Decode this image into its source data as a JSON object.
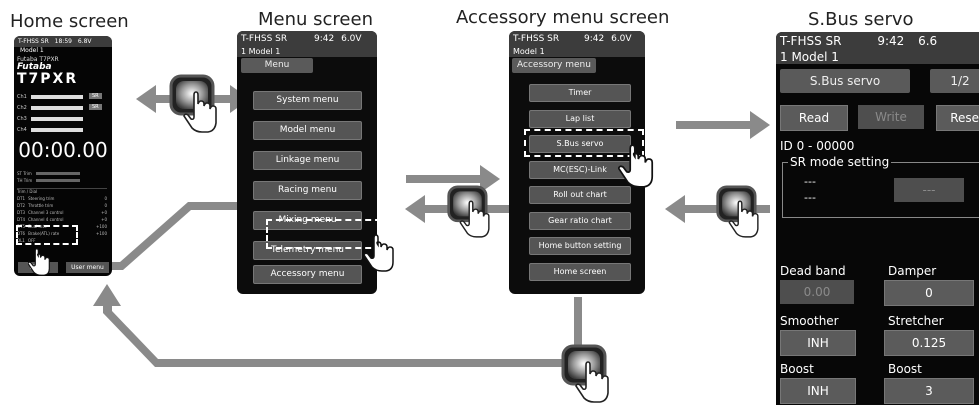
{
  "labels": {
    "home": "Home screen",
    "menu": "Menu screen",
    "accessory": "Accessory menu screen",
    "sbus": "S.Bus servo"
  },
  "home": {
    "status": "T-FHSS SR",
    "time": "18:59",
    "volt": "6.8V",
    "model": "Model 1",
    "brand_small": "Futaba T7PXR",
    "brand": "Futaba",
    "product": "T7PXR",
    "ch": [
      "Ch1",
      "Ch2",
      "Ch3",
      "Ch4"
    ],
    "sr": "SR",
    "timer": "00:00.00",
    "trim_rows": [
      "ST Trim",
      "TH Trim"
    ],
    "dial_title": "Trim / Dial",
    "dial_items": [
      {
        "code": "DT1",
        "name": "Steering trim",
        "val": "0"
      },
      {
        "code": "DT2",
        "name": "Throttle trim",
        "val": "0"
      },
      {
        "code": "DT3",
        "name": "Channel 3 control",
        "val": "+0"
      },
      {
        "code": "DT4",
        "name": "Channel 4 control",
        "val": "+0"
      },
      {
        "code": "DT5",
        "name": "Dual rate",
        "val": "+100"
      },
      {
        "code": "DT6",
        "name": "Brake(ATL) rate",
        "val": "+100"
      },
      {
        "code": "DL1",
        "name": "OFF",
        "val": ""
      }
    ],
    "menu_btn": "Menu",
    "user_btn": "User menu"
  },
  "menu": {
    "status": "T-FHSS SR",
    "time": "9:42",
    "volt": "6.0V",
    "model": "1   Model 1",
    "title": "Menu",
    "items": [
      "System menu",
      "Model menu",
      "Linkage menu",
      "Racing menu",
      "Mixing menu",
      "Telemetry menu",
      "Accessory menu"
    ]
  },
  "accessory": {
    "status": "T-FHSS SR",
    "time": "9:42",
    "volt": "6.0V",
    "model": "Model 1",
    "title": "Accessory menu",
    "items": [
      "Timer",
      "Lap list",
      "S.Bus servo",
      "MC(ESC)-Link",
      "Roll out chart",
      "Gear ratio chart",
      "Home button setting",
      "Home screen"
    ]
  },
  "sbus": {
    "status": "T-FHSS SR",
    "time": "9:42",
    "volt": "6.6",
    "model": "1   Model 1",
    "title": "S.Bus servo",
    "page": "1/2",
    "read": "Read",
    "write": "Write",
    "reset": "Reset",
    "id": "ID   0   -  00000",
    "sr_title": "SR mode setting",
    "sr_dash1": "---",
    "sr_dash2": "---",
    "sr_btn": "---",
    "dead_band": "Dead band",
    "dead_band_val": "0.00",
    "damper": "Damper",
    "damper_val": "0",
    "smoother": "Smoother",
    "smoother_val": "INH",
    "stretcher": "Stretcher",
    "stretcher_val": "0.125",
    "boost1": "Boost",
    "boost1_val": "INH",
    "boost2": "Boost",
    "boost2_val": "3"
  }
}
